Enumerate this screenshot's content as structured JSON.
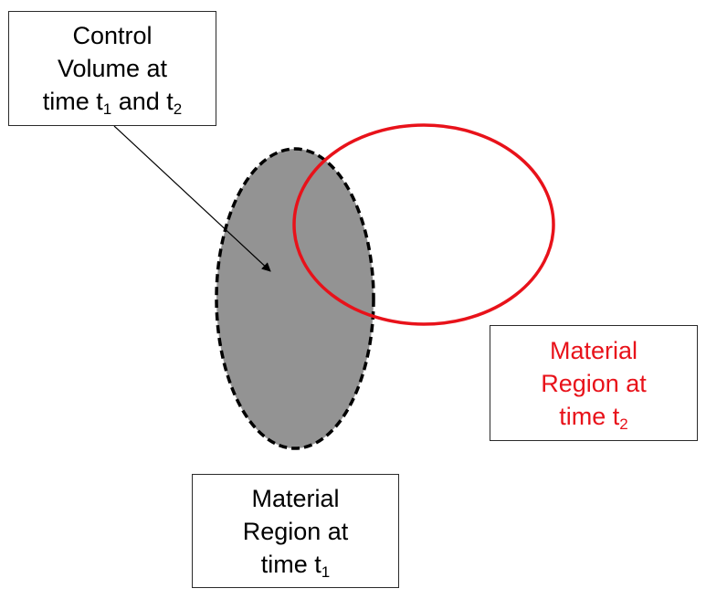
{
  "colors": {
    "control_volume_fill": "#939393",
    "control_volume_stroke": "#000000",
    "material_region_t2": "#e8121a",
    "box_border": "#2a2a2a",
    "text": "#000000"
  },
  "labels": {
    "control_volume": {
      "line1": "Control",
      "line2": "Volume at",
      "line3_prefix": "time t",
      "line3_sub1": "1",
      "line3_mid": " and t",
      "line3_sub2": "2"
    },
    "material_region_t1": {
      "line1": "Material",
      "line2": "Region at",
      "line3_prefix": "time t",
      "line3_sub": "1"
    },
    "material_region_t2": {
      "line1": "Material",
      "line2": "Region at",
      "line3_prefix": "time t",
      "line3_sub": "2"
    }
  }
}
